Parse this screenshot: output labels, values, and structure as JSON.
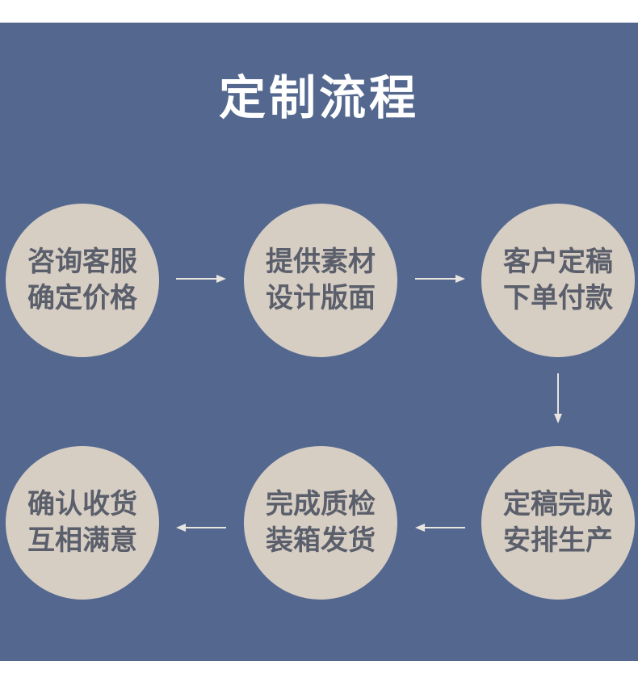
{
  "title": "定制流程",
  "colors": {
    "background": "#54688f",
    "circle": "#d6cdc3",
    "text": "#5a5f6b",
    "arrow": "#e8e4df"
  },
  "steps": [
    {
      "line1": "咨询客服",
      "line2": "确定价格"
    },
    {
      "line1": "提供素材",
      "line2": "设计版面"
    },
    {
      "line1": "客户定稿",
      "line2": "下单付款"
    },
    {
      "line1": "定稿完成",
      "line2": "安排生产"
    },
    {
      "line1": "完成质检",
      "line2": "装箱发货"
    },
    {
      "line1": "确认收货",
      "line2": "互相满意"
    }
  ]
}
